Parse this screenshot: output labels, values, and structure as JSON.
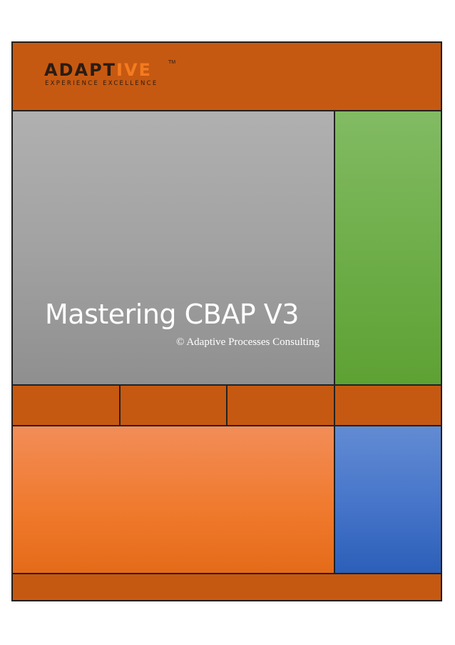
{
  "logo": {
    "word_dark": "ADAPT",
    "word_accent": "IVE",
    "trademark": "TM",
    "tagline": "EXPERIENCE EXCELLENCE"
  },
  "cover": {
    "title": "Mastering CBAP V3",
    "subtitle": "© Adaptive Processes Consulting"
  },
  "colors": {
    "brand_orange": "#c65911",
    "accent_orange": "#f47b20",
    "green": "#6fae4a",
    "blue": "#4574c9",
    "gray": "#a2a2a2"
  }
}
